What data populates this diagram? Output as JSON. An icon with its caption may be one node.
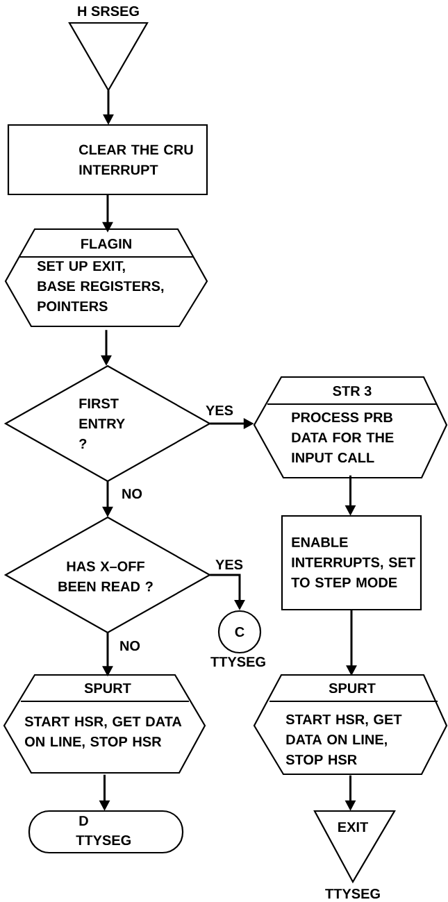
{
  "diagram": {
    "nodes": [
      {
        "text": [
          "H SRSEG"
        ]
      },
      {
        "text": [
          "CLEAR THE CRU INTERRUPT"
        ]
      },
      {
        "text": [
          "FLAGIN",
          "SET UP EXIT, BASE REGISTERS, POINTERS"
        ]
      },
      {
        "text": [
          "FIRST ENTRY ?"
        ]
      },
      {
        "text": [
          "STR 3",
          "PROCESS PRB DATA FOR THE INPUT CALL"
        ]
      },
      {
        "text": [
          "HAS X–OFF BEEN READ ?"
        ]
      },
      {
        "text": [
          "ENABLE INTERRUPTS, SET TO STEP MODE"
        ]
      },
      {
        "text": [
          "C"
        ],
        "beside": [
          "TTYSEG"
        ]
      },
      {
        "text": [
          "SPURT",
          "START HSR, GET DATA ON LINE, STOP HSR"
        ]
      },
      {
        "text": [
          "SPURT",
          "START HSR, GET DATA ON LINE, STOP HSR"
        ]
      },
      {
        "text": [
          "D",
          "TTYSEG"
        ]
      },
      {
        "text": [
          "EXIT"
        ],
        "beside": [
          "TTYSEG"
        ]
      }
    ],
    "edges": [
      {
        "from": 0,
        "to": 1,
        "arrow": "to"
      },
      {
        "from": 1,
        "to": 2,
        "arrow": "to"
      },
      {
        "from": 2,
        "to": 3,
        "arrow": "to"
      },
      {
        "from": 3,
        "to": 4,
        "arrow": "to",
        "label": "YES"
      },
      {
        "from": 3,
        "to": 5,
        "arrow": "to",
        "label": "NO"
      },
      {
        "from": 5,
        "to": 7,
        "arrow": "to",
        "label": "YES"
      },
      {
        "from": 5,
        "to": 8,
        "arrow": "to",
        "label": "NO"
      },
      {
        "from": 4,
        "to": 6,
        "arrow": "to"
      },
      {
        "from": 6,
        "to": 9,
        "arrow": "to"
      },
      {
        "from": 8,
        "to": 10,
        "arrow": "to"
      },
      {
        "from": 9,
        "to": 11,
        "arrow": "to"
      }
    ]
  }
}
